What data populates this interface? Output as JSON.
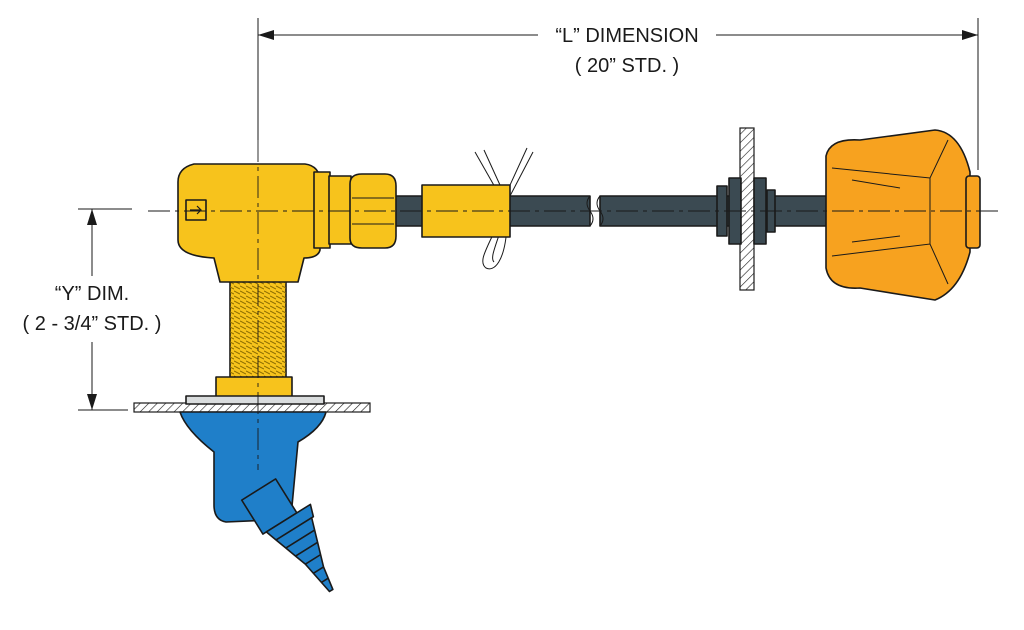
{
  "dimensions": {
    "l_label": "“L” DIMENSION",
    "l_std": "( 20” STD. )",
    "y_label": "“Y” DIM.",
    "y_std": "( 2 - 3/4” STD. )"
  },
  "colors": {
    "valve_body": "#f7c31c",
    "handle": "#f7a21f",
    "spout": "#1f7fc9",
    "rod": "#3b4a52",
    "outline": "#1a1a1a",
    "plate": "#d9dcdd"
  }
}
